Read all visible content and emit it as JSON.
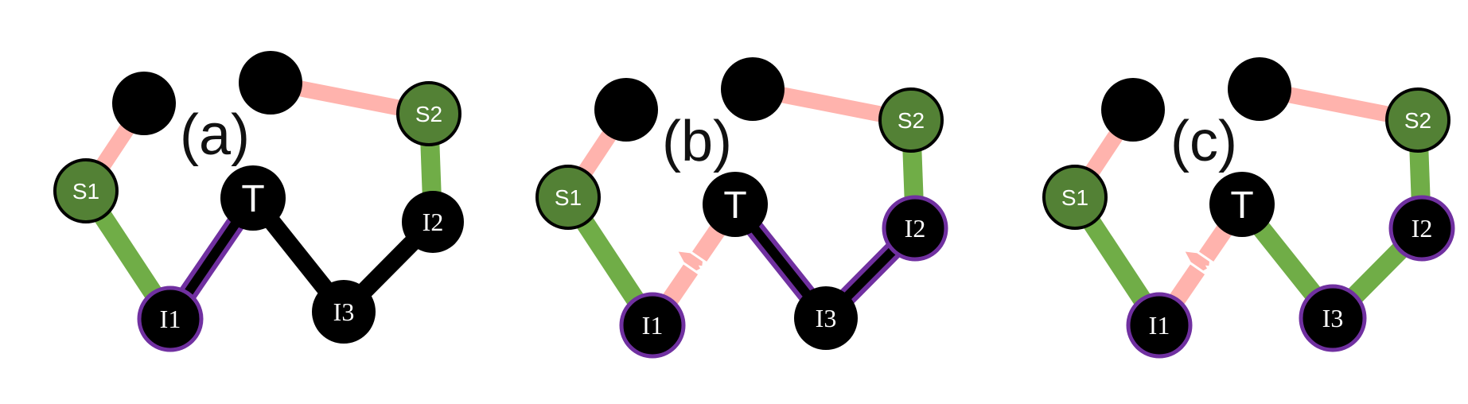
{
  "colors": {
    "pink": "#ffb3ad",
    "green": "#70ad47",
    "green_node": "#538135",
    "black": "#000000",
    "purple": "#7030a0",
    "white": "#ffffff"
  },
  "panels": [
    {
      "label": "(a)",
      "node_labels": {
        "S1": "S1",
        "S2": "S2",
        "T": "T",
        "I1": "I1",
        "I2": "I2",
        "I3": "I3"
      },
      "edges": [
        {
          "from": "U1",
          "to": "S1",
          "kind": "pink"
        },
        {
          "from": "U2",
          "to": "S2",
          "kind": "pink"
        },
        {
          "from": "S1",
          "to": "I1",
          "kind": "green"
        },
        {
          "from": "S2",
          "to": "I2",
          "kind": "green"
        },
        {
          "from": "I1",
          "to": "T",
          "kind": "black-purple"
        },
        {
          "from": "T",
          "to": "I3",
          "kind": "black"
        },
        {
          "from": "I3",
          "to": "I2",
          "kind": "black"
        }
      ],
      "purple_ring": [
        "I1"
      ]
    },
    {
      "label": "(b)",
      "node_labels": {
        "S1": "S1",
        "S2": "S2",
        "T": "T",
        "I1": "I1",
        "I2": "I2",
        "I3": "I3"
      },
      "edges": [
        {
          "from": "U1",
          "to": "S1",
          "kind": "pink"
        },
        {
          "from": "U2",
          "to": "S2",
          "kind": "pink"
        },
        {
          "from": "S1",
          "to": "I1",
          "kind": "green"
        },
        {
          "from": "S2",
          "to": "I2",
          "kind": "green"
        },
        {
          "from": "I1",
          "to": "T",
          "kind": "pink-broken"
        },
        {
          "from": "T",
          "to": "I3",
          "kind": "black-purple"
        },
        {
          "from": "I3",
          "to": "I2",
          "kind": "black-purple"
        }
      ],
      "purple_ring": [
        "I1",
        "I2"
      ]
    },
    {
      "label": "(c)",
      "node_labels": {
        "S1": "S1",
        "S2": "S2",
        "T": "T",
        "I1": "I1",
        "I2": "I2",
        "I3": "I3"
      },
      "edges": [
        {
          "from": "U1",
          "to": "S1",
          "kind": "pink"
        },
        {
          "from": "U2",
          "to": "S2",
          "kind": "pink"
        },
        {
          "from": "S1",
          "to": "I1",
          "kind": "green"
        },
        {
          "from": "S2",
          "to": "I2",
          "kind": "green"
        },
        {
          "from": "I1",
          "to": "T",
          "kind": "pink-broken"
        },
        {
          "from": "T",
          "to": "I3",
          "kind": "green"
        },
        {
          "from": "I3",
          "to": "I2",
          "kind": "green"
        }
      ],
      "purple_ring": [
        "I1",
        "I2",
        "I3"
      ]
    }
  ]
}
